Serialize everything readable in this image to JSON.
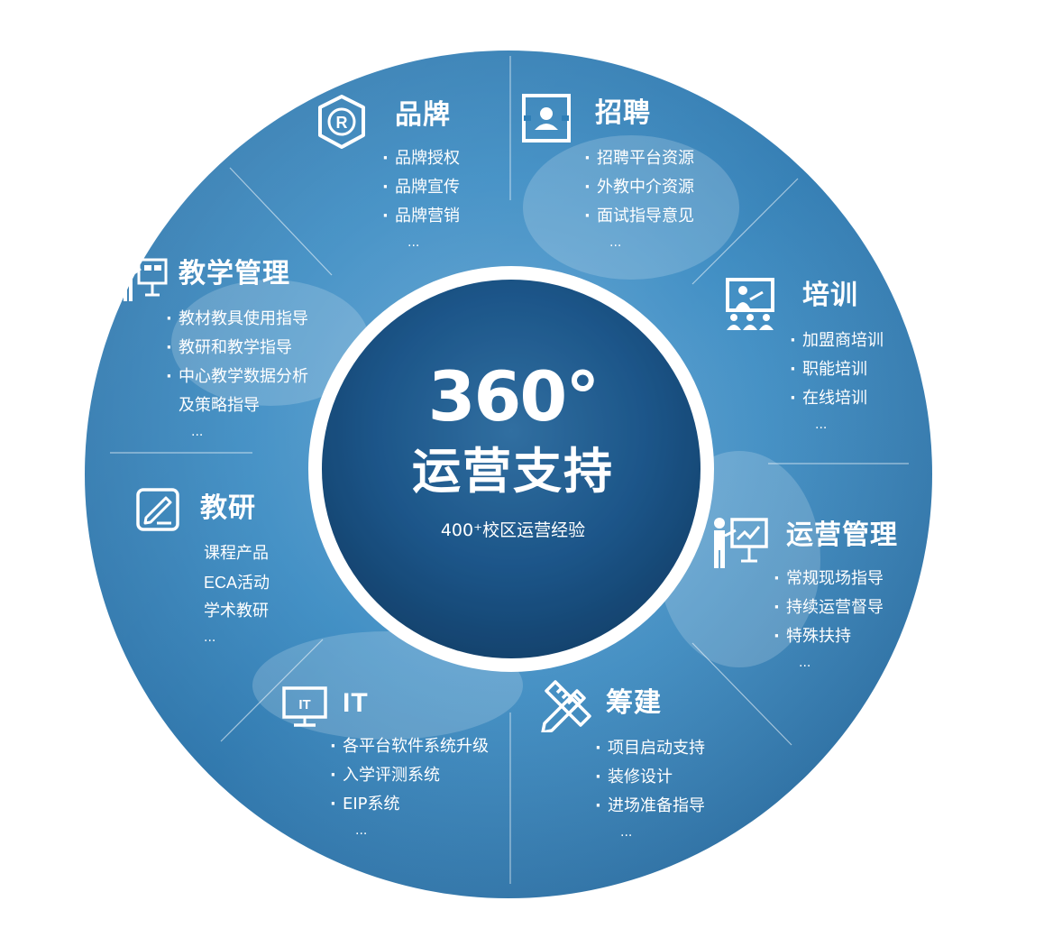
{
  "center": {
    "headline": "360°",
    "subtitle": "运营支持",
    "note": "400⁺校区运营经验"
  },
  "segments": {
    "brand": {
      "title": "品牌",
      "items": [
        "品牌授权",
        "品牌宣传",
        "品牌营销",
        "..."
      ],
      "icon": "registered-shield-icon"
    },
    "recruit": {
      "title": "招聘",
      "items": [
        "招聘平台资源",
        "外教中介资源",
        "面试指导意见",
        "..."
      ],
      "icon": "person-frame-icon"
    },
    "training": {
      "title": "培训",
      "items": [
        "加盟商培训",
        "职能培训",
        "在线培训",
        "..."
      ],
      "icon": "classroom-presenter-icon"
    },
    "operations": {
      "title": "运营管理",
      "items": [
        "常规现场指导",
        "持续运营督导",
        "特殊扶持",
        "..."
      ],
      "icon": "presenter-chart-icon"
    },
    "construction": {
      "title": "筹建",
      "items": [
        "项目启动支持",
        "装修设计",
        "进场准备指导",
        "..."
      ],
      "icon": "pencil-ruler-icon"
    },
    "it": {
      "title": "IT",
      "items": [
        "各平台软件系统升级",
        "入学评测系统",
        "EIP系统",
        "..."
      ],
      "icon": "it-monitor-icon"
    },
    "research": {
      "title": "教研",
      "items": [
        "课程产品",
        "ECA活动",
        "学术教研",
        "..."
      ],
      "icon": "edit-document-icon"
    },
    "teaching": {
      "title": "教学管理",
      "items": [
        "教材教具使用指导",
        "教研和教学指导",
        "中心教学数据分析",
        "及策略指导",
        "..."
      ],
      "icon": "presenter-board-icon"
    }
  },
  "colors": {
    "ring_outer": "#3d8fc4",
    "ring_edge": "#2a6d9f",
    "center_fill": "#1f5f96",
    "center_deep": "#174a7a",
    "white_band": "#ffffff"
  }
}
